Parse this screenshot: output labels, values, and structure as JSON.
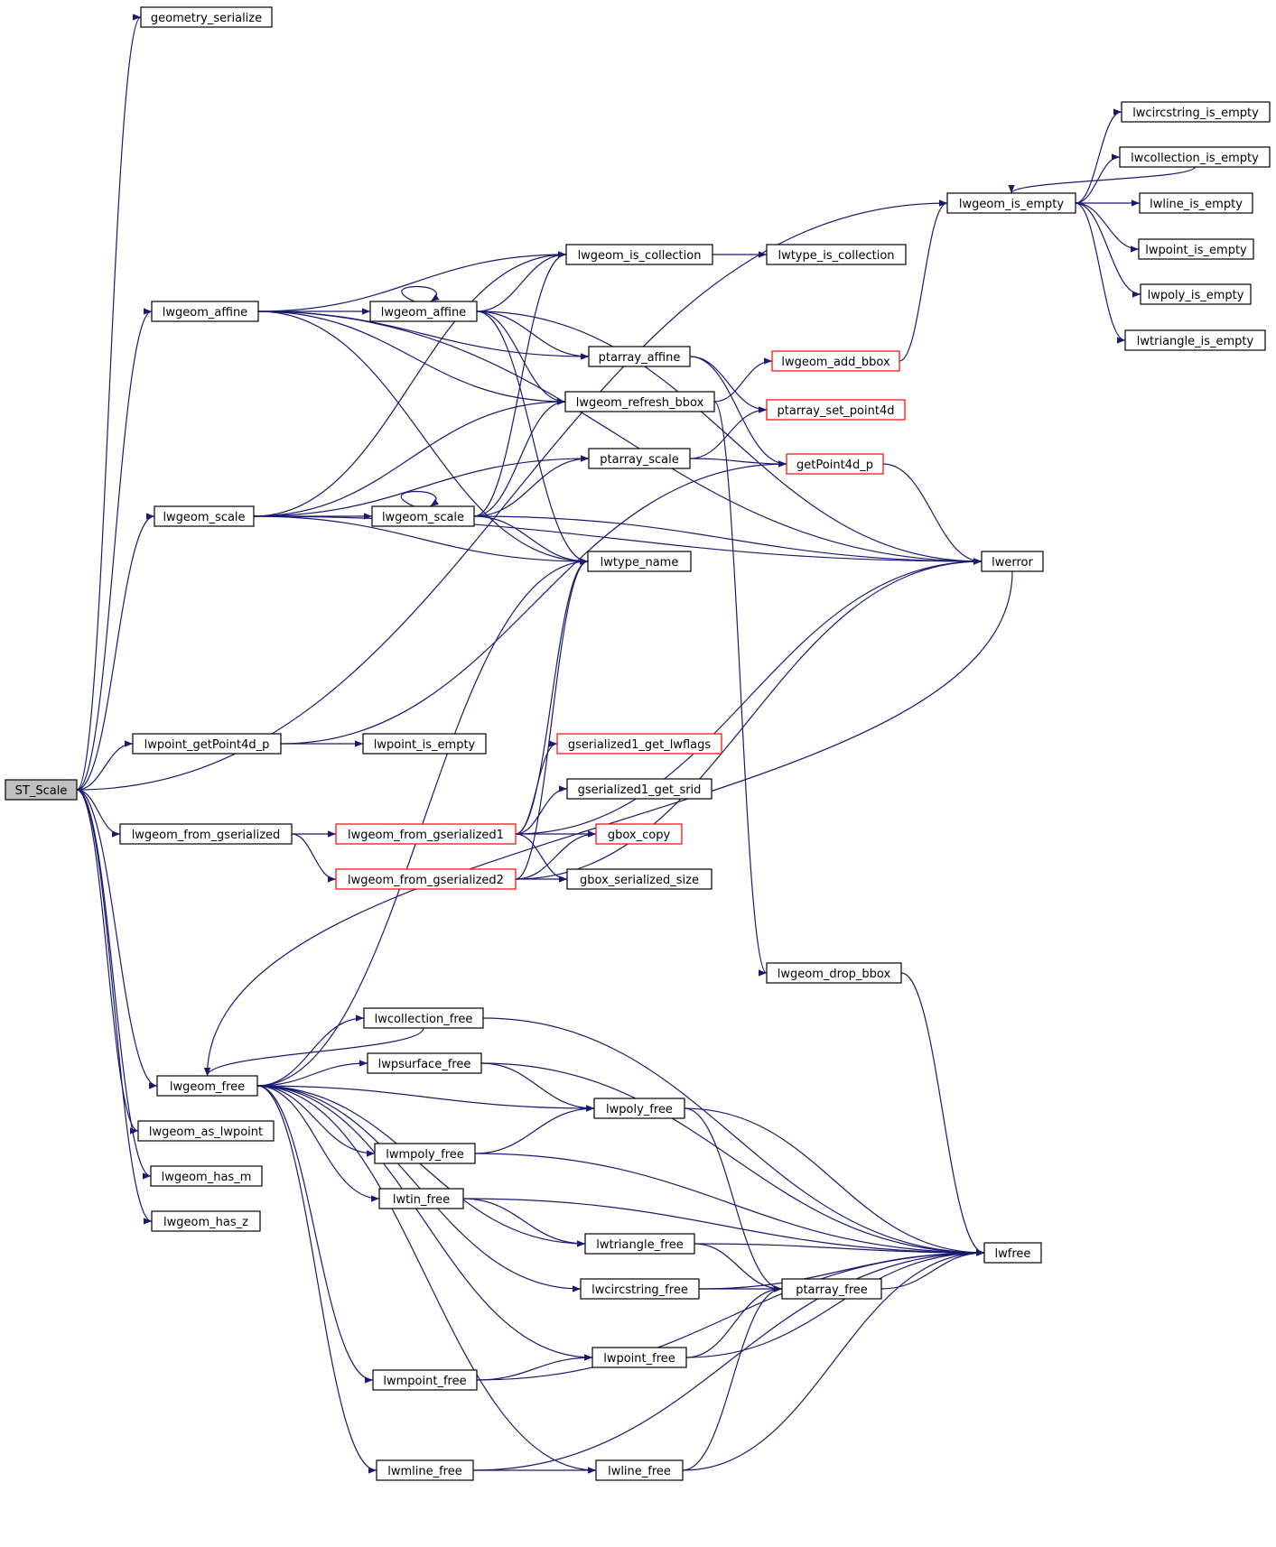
{
  "colors": {
    "edge": "#191970",
    "node_border": "#000000",
    "partial_border": "#ff0000",
    "root_fill": "#bfbfbf"
  },
  "nodes": [
    {
      "id": "ST_Scale",
      "label": "ST_Scale",
      "root": true
    },
    {
      "id": "geometry_serialize",
      "label": "geometry_serialize"
    },
    {
      "id": "lwgeom_affine_a",
      "label": "lwgeom_affine"
    },
    {
      "id": "lwgeom_scale_a",
      "label": "lwgeom_scale"
    },
    {
      "id": "lwpoint_getPoint4d_p",
      "label": "lwpoint_getPoint4d_p"
    },
    {
      "id": "lwgeom_from_gserialized",
      "label": "lwgeom_from_gserialized"
    },
    {
      "id": "lwgeom_free",
      "label": "lwgeom_free"
    },
    {
      "id": "lwgeom_as_lwpoint",
      "label": "lwgeom_as_lwpoint"
    },
    {
      "id": "lwgeom_has_m",
      "label": "lwgeom_has_m"
    },
    {
      "id": "lwgeom_has_z",
      "label": "lwgeom_has_z"
    },
    {
      "id": "lwgeom_affine_b",
      "label": "lwgeom_affine"
    },
    {
      "id": "lwgeom_scale_b",
      "label": "lwgeom_scale"
    },
    {
      "id": "lwpoint_is_empty",
      "label": "lwpoint_is_empty"
    },
    {
      "id": "lwgeom_from_gserialized1",
      "label": "lwgeom_from_gserialized1",
      "partial": true
    },
    {
      "id": "lwgeom_from_gserialized2",
      "label": "lwgeom_from_gserialized2",
      "partial": true
    },
    {
      "id": "lwcollection_free",
      "label": "lwcollection_free"
    },
    {
      "id": "lwpsurface_free",
      "label": "lwpsurface_free"
    },
    {
      "id": "lwmpoly_free",
      "label": "lwmpoly_free"
    },
    {
      "id": "lwtin_free",
      "label": "lwtin_free"
    },
    {
      "id": "lwmpoint_free",
      "label": "lwmpoint_free"
    },
    {
      "id": "lwmline_free",
      "label": "lwmline_free"
    },
    {
      "id": "lwgeom_is_collection",
      "label": "lwgeom_is_collection"
    },
    {
      "id": "ptarray_affine",
      "label": "ptarray_affine"
    },
    {
      "id": "lwgeom_refresh_bbox",
      "label": "lwgeom_refresh_bbox"
    },
    {
      "id": "ptarray_scale",
      "label": "ptarray_scale"
    },
    {
      "id": "lwtype_name",
      "label": "lwtype_name"
    },
    {
      "id": "gserialized1_get_lwflags",
      "label": "gserialized1_get_lwflags",
      "partial": true
    },
    {
      "id": "gserialized1_get_srid",
      "label": "gserialized1_get_srid"
    },
    {
      "id": "gbox_copy",
      "label": "gbox_copy",
      "partial": true
    },
    {
      "id": "gbox_serialized_size",
      "label": "gbox_serialized_size"
    },
    {
      "id": "lwpoly_free",
      "label": "lwpoly_free"
    },
    {
      "id": "lwtriangle_free",
      "label": "lwtriangle_free"
    },
    {
      "id": "lwcircstring_free",
      "label": "lwcircstring_free"
    },
    {
      "id": "lwpoint_free",
      "label": "lwpoint_free"
    },
    {
      "id": "lwline_free",
      "label": "lwline_free"
    },
    {
      "id": "lwtype_is_collection",
      "label": "lwtype_is_collection"
    },
    {
      "id": "lwgeom_add_bbox",
      "label": "lwgeom_add_bbox",
      "partial": true
    },
    {
      "id": "ptarray_set_point4d",
      "label": "ptarray_set_point4d",
      "partial": true
    },
    {
      "id": "getPoint4d_p",
      "label": "getPoint4d_p",
      "partial": true
    },
    {
      "id": "lwgeom_drop_bbox",
      "label": "lwgeom_drop_bbox"
    },
    {
      "id": "ptarray_free",
      "label": "ptarray_free"
    },
    {
      "id": "lwgeom_is_empty",
      "label": "lwgeom_is_empty"
    },
    {
      "id": "lwerror",
      "label": "lwerror"
    },
    {
      "id": "lwfree",
      "label": "lwfree"
    },
    {
      "id": "lwcircstring_is_empty",
      "label": "lwcircstring_is_empty"
    },
    {
      "id": "lwcollection_is_empty",
      "label": "lwcollection_is_empty"
    },
    {
      "id": "lwline_is_empty",
      "label": "lwline_is_empty"
    },
    {
      "id": "lwpoint_is_empty2",
      "label": "lwpoint_is_empty"
    },
    {
      "id": "lwpoly_is_empty",
      "label": "lwpoly_is_empty"
    },
    {
      "id": "lwtriangle_is_empty",
      "label": "lwtriangle_is_empty"
    }
  ],
  "edges": [
    [
      "ST_Scale",
      "geometry_serialize"
    ],
    [
      "ST_Scale",
      "lwgeom_is_empty"
    ],
    [
      "ST_Scale",
      "lwgeom_affine_a"
    ],
    [
      "ST_Scale",
      "lwgeom_scale_a"
    ],
    [
      "ST_Scale",
      "lwpoint_getPoint4d_p"
    ],
    [
      "ST_Scale",
      "lwgeom_from_gserialized"
    ],
    [
      "ST_Scale",
      "lwgeom_free"
    ],
    [
      "ST_Scale",
      "lwgeom_as_lwpoint"
    ],
    [
      "ST_Scale",
      "lwgeom_has_m"
    ],
    [
      "ST_Scale",
      "lwgeom_has_z"
    ],
    [
      "lwgeom_affine_a",
      "lwgeom_affine_b"
    ],
    [
      "lwgeom_affine_a",
      "lwgeom_is_collection"
    ],
    [
      "lwgeom_affine_a",
      "lwgeom_refresh_bbox"
    ],
    [
      "lwgeom_affine_a",
      "ptarray_affine"
    ],
    [
      "lwgeom_affine_a",
      "lwerror"
    ],
    [
      "lwgeom_affine_a",
      "lwtype_name"
    ],
    [
      "lwgeom_affine_b",
      "lwgeom_affine_b"
    ],
    [
      "lwgeom_affine_b",
      "lwgeom_is_collection"
    ],
    [
      "lwgeom_affine_b",
      "ptarray_affine"
    ],
    [
      "lwgeom_affine_b",
      "lwgeom_refresh_bbox"
    ],
    [
      "lwgeom_affine_b",
      "lwtype_name"
    ],
    [
      "lwgeom_affine_b",
      "lwerror"
    ],
    [
      "lwgeom_scale_a",
      "lwgeom_scale_b"
    ],
    [
      "lwgeom_scale_a",
      "lwgeom_is_collection"
    ],
    [
      "lwgeom_scale_a",
      "lwgeom_refresh_bbox"
    ],
    [
      "lwgeom_scale_a",
      "ptarray_scale"
    ],
    [
      "lwgeom_scale_a",
      "lwtype_name"
    ],
    [
      "lwgeom_scale_a",
      "lwerror"
    ],
    [
      "lwgeom_scale_b",
      "lwgeom_scale_b"
    ],
    [
      "lwgeom_scale_b",
      "lwgeom_is_collection"
    ],
    [
      "lwgeom_scale_b",
      "ptarray_scale"
    ],
    [
      "lwgeom_scale_b",
      "lwgeom_refresh_bbox"
    ],
    [
      "lwgeom_scale_b",
      "lwtype_name"
    ],
    [
      "lwgeom_scale_b",
      "lwerror"
    ],
    [
      "lwpoint_getPoint4d_p",
      "lwpoint_is_empty"
    ],
    [
      "lwpoint_getPoint4d_p",
      "getPoint4d_p"
    ],
    [
      "lwgeom_from_gserialized",
      "lwgeom_from_gserialized1"
    ],
    [
      "lwgeom_from_gserialized",
      "lwgeom_from_gserialized2"
    ],
    [
      "lwgeom_from_gserialized1",
      "gserialized1_get_lwflags"
    ],
    [
      "lwgeom_from_gserialized1",
      "gserialized1_get_srid"
    ],
    [
      "lwgeom_from_gserialized1",
      "gbox_copy"
    ],
    [
      "lwgeom_from_gserialized1",
      "gbox_serialized_size"
    ],
    [
      "lwgeom_from_gserialized1",
      "lwtype_name"
    ],
    [
      "lwgeom_from_gserialized1",
      "lwerror"
    ],
    [
      "lwgeom_from_gserialized2",
      "gbox_copy"
    ],
    [
      "lwgeom_from_gserialized2",
      "gbox_serialized_size"
    ],
    [
      "lwgeom_from_gserialized2",
      "lwtype_name"
    ],
    [
      "lwgeom_from_gserialized2",
      "lwerror"
    ],
    [
      "lwgeom_is_collection",
      "lwtype_is_collection"
    ],
    [
      "ptarray_affine",
      "getPoint4d_p"
    ],
    [
      "ptarray_affine",
      "ptarray_set_point4d"
    ],
    [
      "lwgeom_refresh_bbox",
      "lwgeom_add_bbox"
    ],
    [
      "lwgeom_refresh_bbox",
      "lwgeom_drop_bbox"
    ],
    [
      "ptarray_scale",
      "getPoint4d_p"
    ],
    [
      "ptarray_scale",
      "ptarray_set_point4d"
    ],
    [
      "lwgeom_add_bbox",
      "lwgeom_is_empty"
    ],
    [
      "getPoint4d_p",
      "lwerror"
    ],
    [
      "lwgeom_is_empty",
      "lwcircstring_is_empty"
    ],
    [
      "lwgeom_is_empty",
      "lwcollection_is_empty"
    ],
    [
      "lwgeom_is_empty",
      "lwline_is_empty"
    ],
    [
      "lwgeom_is_empty",
      "lwpoint_is_empty2"
    ],
    [
      "lwgeom_is_empty",
      "lwpoly_is_empty"
    ],
    [
      "lwgeom_is_empty",
      "lwtriangle_is_empty"
    ],
    [
      "lwcollection_is_empty",
      "lwgeom_is_empty"
    ],
    [
      "lwgeom_free",
      "lwcollection_free"
    ],
    [
      "lwgeom_free",
      "lwpsurface_free"
    ],
    [
      "lwgeom_free",
      "lwpoly_free"
    ],
    [
      "lwgeom_free",
      "lwmpoly_free"
    ],
    [
      "lwgeom_free",
      "lwtin_free"
    ],
    [
      "lwgeom_free",
      "lwtriangle_free"
    ],
    [
      "lwgeom_free",
      "lwcircstring_free"
    ],
    [
      "lwgeom_free",
      "lwpoint_free"
    ],
    [
      "lwgeom_free",
      "lwmpoint_free"
    ],
    [
      "lwgeom_free",
      "lwline_free"
    ],
    [
      "lwgeom_free",
      "lwmline_free"
    ],
    [
      "lwgeom_free",
      "lwtype_name"
    ],
    [
      "lwcollection_free",
      "lwgeom_free"
    ],
    [
      "lwcollection_free",
      "lwfree"
    ],
    [
      "lwpsurface_free",
      "lwpoly_free"
    ],
    [
      "lwpsurface_free",
      "lwfree"
    ],
    [
      "lwmpoly_free",
      "lwpoly_free"
    ],
    [
      "lwmpoly_free",
      "lwfree"
    ],
    [
      "lwtin_free",
      "lwtriangle_free"
    ],
    [
      "lwtin_free",
      "lwfree"
    ],
    [
      "lwmpoint_free",
      "lwpoint_free"
    ],
    [
      "lwmpoint_free",
      "lwfree"
    ],
    [
      "lwmline_free",
      "lwline_free"
    ],
    [
      "lwmline_free",
      "lwfree"
    ],
    [
      "lwpoly_free",
      "ptarray_free"
    ],
    [
      "lwpoly_free",
      "lwfree"
    ],
    [
      "lwtriangle_free",
      "ptarray_free"
    ],
    [
      "lwtriangle_free",
      "lwfree"
    ],
    [
      "lwcircstring_free",
      "ptarray_free"
    ],
    [
      "lwcircstring_free",
      "lwfree"
    ],
    [
      "lwpoint_free",
      "ptarray_free"
    ],
    [
      "lwpoint_free",
      "lwfree"
    ],
    [
      "lwline_free",
      "ptarray_free"
    ],
    [
      "lwline_free",
      "lwfree"
    ],
    [
      "ptarray_free",
      "lwfree"
    ],
    [
      "lwgeom_drop_bbox",
      "lwfree"
    ],
    [
      "lwerror",
      "lwgeom_free"
    ]
  ]
}
